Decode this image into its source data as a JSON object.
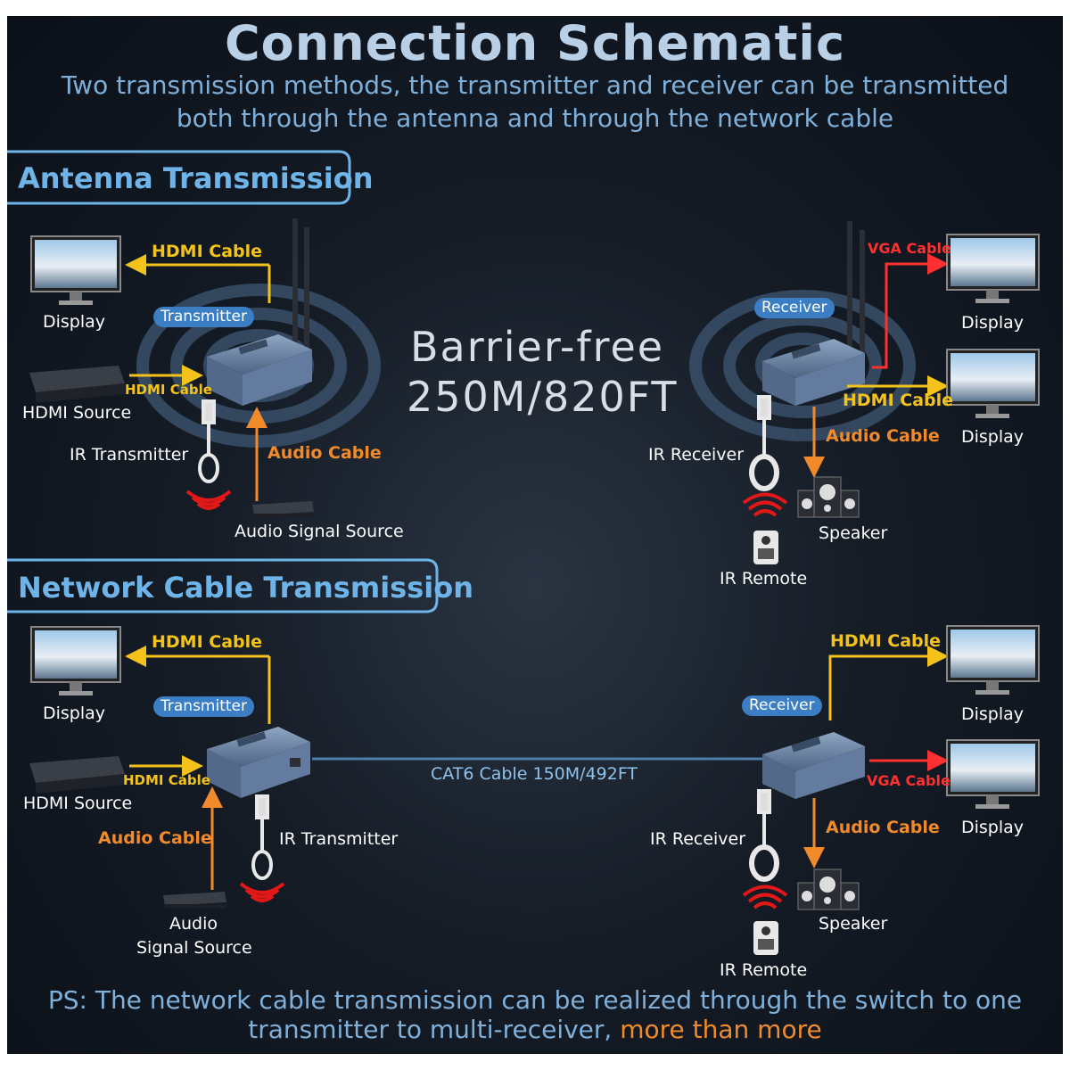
{
  "title": "Connection Schematic",
  "subtitle_line1": "Two transmission methods, the transmitter and receiver can be transmitted",
  "subtitle_line2": "both through the antenna and through the network cable",
  "antenna_section": {
    "heading": "Antenna Transmission",
    "barrier_line1": "Barrier-free",
    "barrier_line2": "250M/820FT",
    "tx": {
      "display": "Display",
      "hdmi_cable_out": "HDMI Cable",
      "transmitter": "Transmitter",
      "hdmi_source": "HDMI Source",
      "hdmi_cable_in": "HDMI Cable",
      "ir_transmitter": "IR Transmitter",
      "audio_cable": "Audio Cable",
      "audio_signal_source": "Audio Signal Source"
    },
    "rx": {
      "receiver": "Receiver",
      "vga_cable": "VGA Cable",
      "display_top": "Display",
      "hdmi_cable": "HDMI Cable",
      "display_bottom": "Display",
      "audio_cable": "Audio Cable",
      "ir_receiver": "IR Receiver",
      "speaker": "Speaker",
      "ir_remote": "IR Remote"
    }
  },
  "network_section": {
    "heading": "Network Cable Transmission",
    "cat6": "CAT6 Cable 150M/492FT",
    "tx": {
      "display": "Display",
      "hdmi_cable_out": "HDMI Cable",
      "transmitter": "Transmitter",
      "hdmi_source": "HDMI Source",
      "hdmi_cable_in": "HDMI Cable",
      "audio_cable": "Audio Cable",
      "ir_transmitter": "IR Transmitter",
      "audio_line1": "Audio",
      "audio_line2": "Signal Source"
    },
    "rx": {
      "receiver": "Receiver",
      "hdmi_cable": "HDMI Cable",
      "display_top": "Display",
      "vga_cable": "VGA Cable",
      "display_bottom": "Display",
      "audio_cable": "Audio Cable",
      "ir_receiver": "IR Receiver",
      "speaker": "Speaker",
      "ir_remote": "IR Remote"
    }
  },
  "ps_main": "PS: The network cable transmission can be realized through the switch to one",
  "ps_line2": "transmitter to multi-receiver,",
  "ps_more": "more than more",
  "colors": {
    "hdmi": "#f3c31c",
    "audio": "#f08a2a",
    "vga": "#ff3030",
    "accent": "#6fb4e8",
    "device": "#6e86a6"
  }
}
